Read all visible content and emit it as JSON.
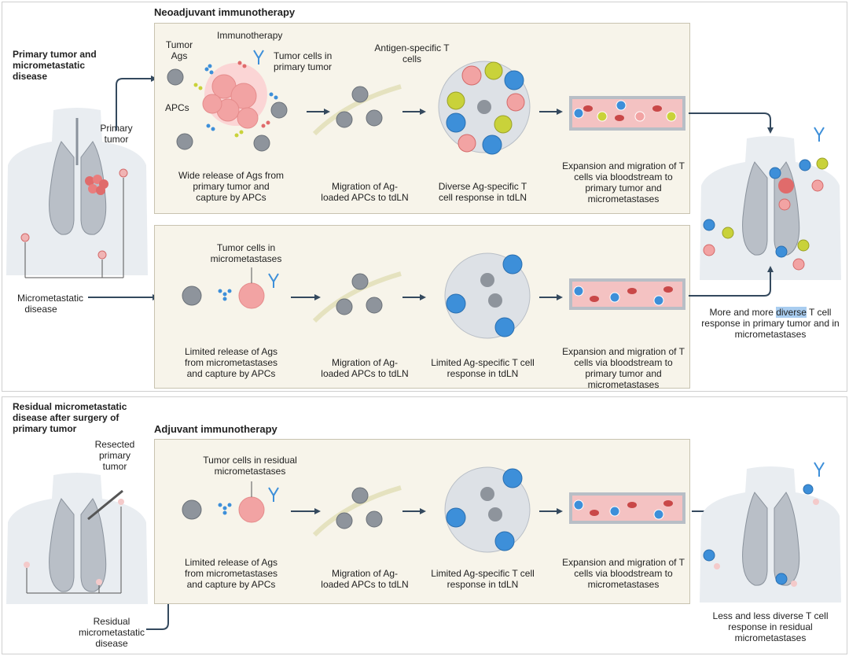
{
  "neoadjuvant": {
    "title": "Neoadjuvant immunotherapy",
    "side_label": "Primary tumor and micrometastatic disease",
    "body_primary_tumor": "Primary tumor",
    "body_micrometastatic": "Micrometastatic disease",
    "top_row": {
      "labels": {
        "tumor_ags": "Tumor Ags",
        "immunotherapy": "Immunotherapy",
        "tumor_cells": "Tumor cells in primary tumor",
        "apcs": "APCs",
        "antigen_t_cells": "Antigen-specific T cells"
      },
      "captions": [
        "Wide release of Ags from primary tumor and capture by APCs",
        "Migration of Ag-loaded APCs to tdLN",
        "Diverse Ag-specific T cell response in tdLN",
        "Expansion and migration of T cells via bloodstream to primary tumor and micrometastases"
      ]
    },
    "bottom_row": {
      "labels": {
        "tumor_cells": "Tumor cells in micrometastases"
      },
      "captions": [
        "Limited release of Ags from micrometastases and capture by APCs",
        "Migration of Ag-loaded APCs to tdLN",
        "Limited Ag-specific T cell response in tdLN",
        "Expansion and migration of T cells via bloodstream to primary tumor and micrometastases"
      ]
    },
    "outcome_before": "More and more ",
    "outcome_highlight": "diverse",
    "outcome_after": " T cell response in primary tumor and in micrometastases"
  },
  "adjuvant": {
    "title": "Adjuvant immunotherapy",
    "side_label": "Residual micrometastatic disease after surgery of primary tumor",
    "body_resected": "Resected primary tumor",
    "body_residual": "Residual micrometastatic disease",
    "labels": {
      "tumor_cells": "Tumor cells in residual micrometastases"
    },
    "captions": [
      "Limited release of Ags from micrometastases and capture by APCs",
      "Migration of Ag-loaded APCs to tdLN",
      "Limited Ag-specific T cell response in tdLN",
      "Expansion and migration of T cells via bloodstream to micrometastases"
    ],
    "outcome": "Less and less diverse T cell response in residual micrometastases"
  },
  "colors": {
    "box_fill": "#f7f4ea",
    "tumor": "#f2a3a3",
    "t_cell_blue": "#3d8fd9",
    "t_cell_yellow": "#c9d23a",
    "vessel": "#f4c2c2",
    "apc": "#8e949c",
    "lung": "#9aa1ab"
  }
}
